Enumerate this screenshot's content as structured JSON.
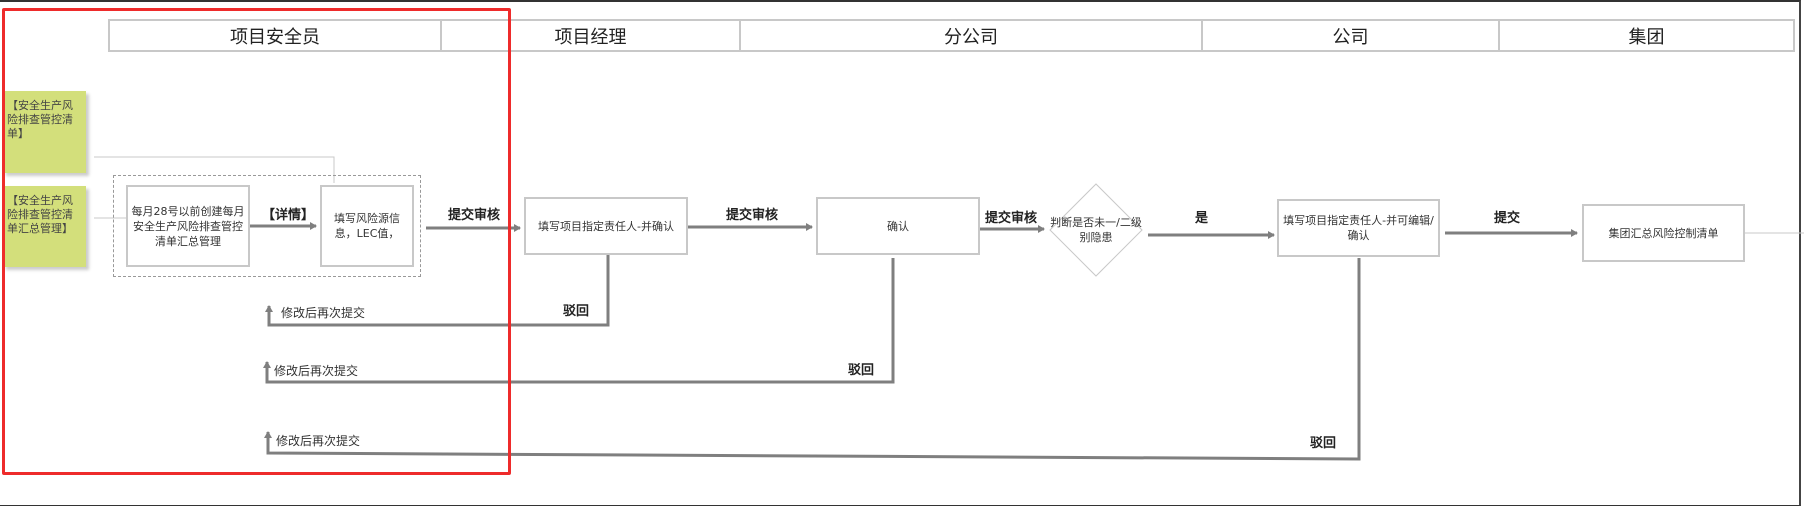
{
  "lanes": [
    "项目安全员",
    "项目经理",
    "分公司",
    "公司",
    "集团"
  ],
  "notes": [
    "【安全生产风险排查管控清单】",
    "【安全生产风险排查管控清单汇总管理】"
  ],
  "nodes": {
    "create": "每月28号以前创建每月安全生产风险排查管控清单汇总管理",
    "fill_risk": "填写风险源信息，LEC值，",
    "pm_assign": "填写项目指定责任人-并确认",
    "branch_confirm": "确认",
    "decision": "判断是否未一/二级别隐患",
    "company_assign": "填写项目指定责任人-并可编辑/确认",
    "group_list": "集团汇总风险控制清单"
  },
  "edges": {
    "details": "【详情】",
    "submit_review_1": "提交审核",
    "submit_review_2": "提交审核",
    "submit_review_3": "提交审核",
    "yes": "是",
    "submit": "提交",
    "reject_1": "驳回",
    "reject_2": "驳回",
    "reject_3": "驳回",
    "resubmit_1": "修改后再次提交",
    "resubmit_2": "修改后再次提交",
    "resubmit_3": "修改后再次提交"
  },
  "colors": {
    "note": "#d3df7b",
    "highlight": "#ee2b2b",
    "line": "#7f7f7f"
  }
}
